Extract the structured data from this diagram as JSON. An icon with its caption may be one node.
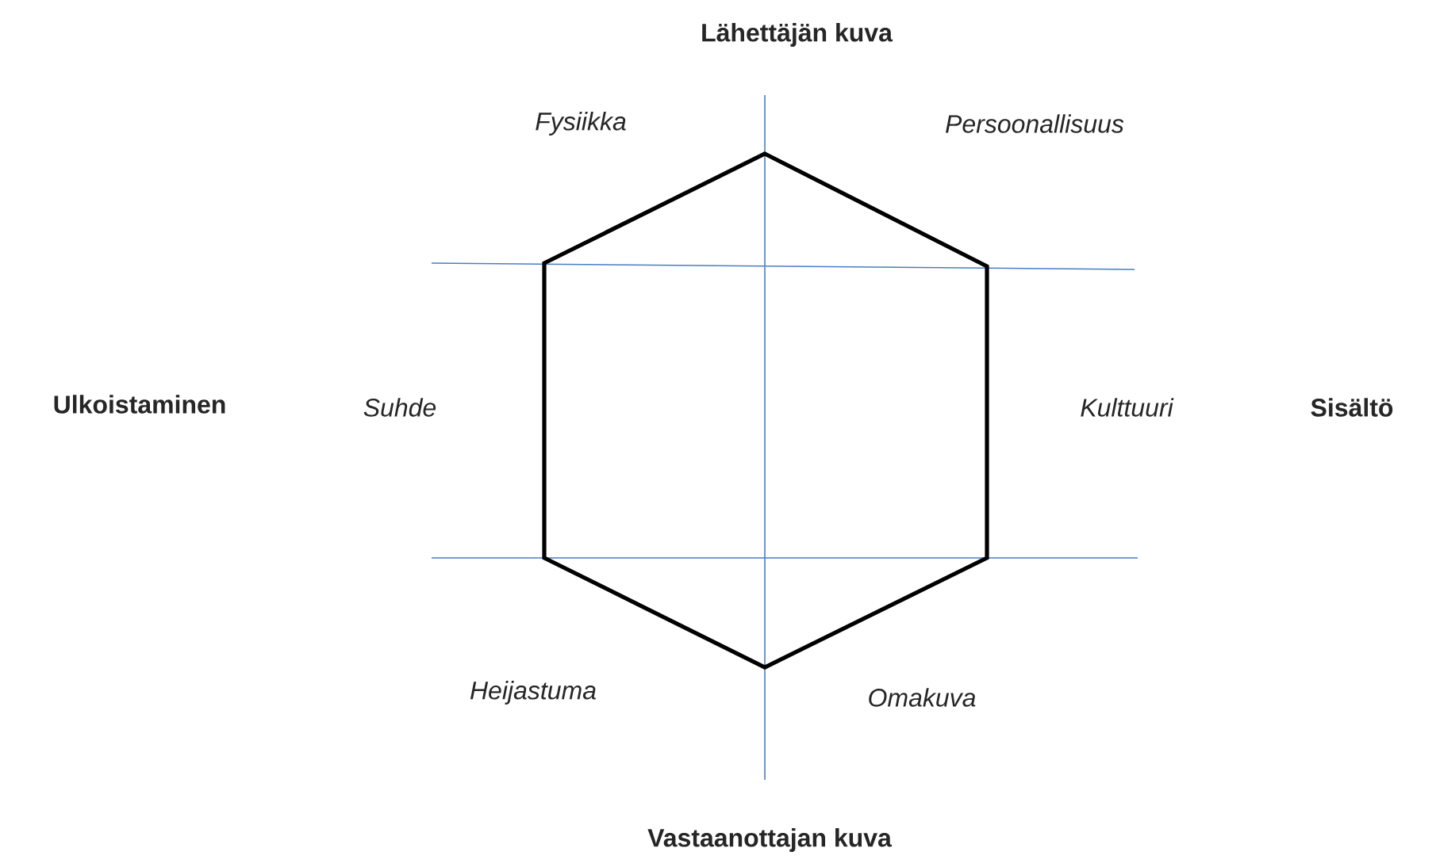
{
  "diagram": {
    "labels": [
      "Lähettäjän kuva",
      "Fysiikka",
      "Persoonallisuus",
      "Ulkoistaminen",
      "Suhde",
      "Kulttuuri",
      "Sisältö",
      "Heijastuma",
      "Omakuva",
      "Vastaanottajan kuva"
    ]
  }
}
